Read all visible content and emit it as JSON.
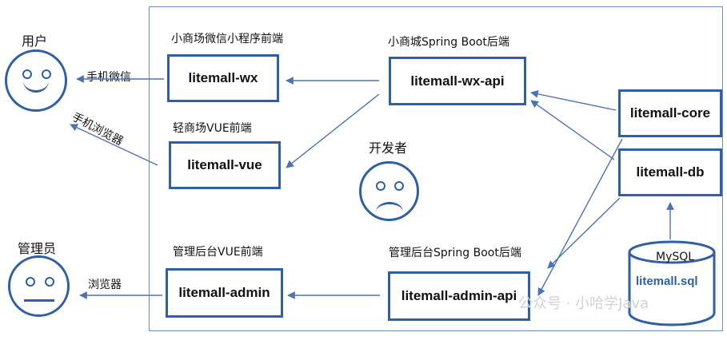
{
  "actors": {
    "user": "用户",
    "admin": "管理员",
    "developer": "开发者"
  },
  "channels": {
    "wechat": "手机微信",
    "mobile_browser": "手机浏览器",
    "browser": "浏览器"
  },
  "frontends": {
    "wx_title": "小商场微信小程序前端",
    "wx": "litemall-wx",
    "vue_title": "轻商场VUE前端",
    "vue": "litemall-vue",
    "admin_title": "管理后台VUE前端",
    "admin": "litemall-admin"
  },
  "backends": {
    "wx_api_title": "小商城Spring Boot后端",
    "wx_api": "litemall-wx-api",
    "admin_api_title": "管理后台Spring Boot后端",
    "admin_api": "litemall-admin-api"
  },
  "core": {
    "core": "litemall-core",
    "db": "litemall-db"
  },
  "database": {
    "engine": "MySQL",
    "file": "litemall.sql"
  },
  "watermark": "公众号 · 小哈学Java",
  "colors": {
    "stroke": "#2f5fa7",
    "frame": "#6f8fbf",
    "arrow": "#4a72b4",
    "sql_text": "#2f5fa7"
  }
}
